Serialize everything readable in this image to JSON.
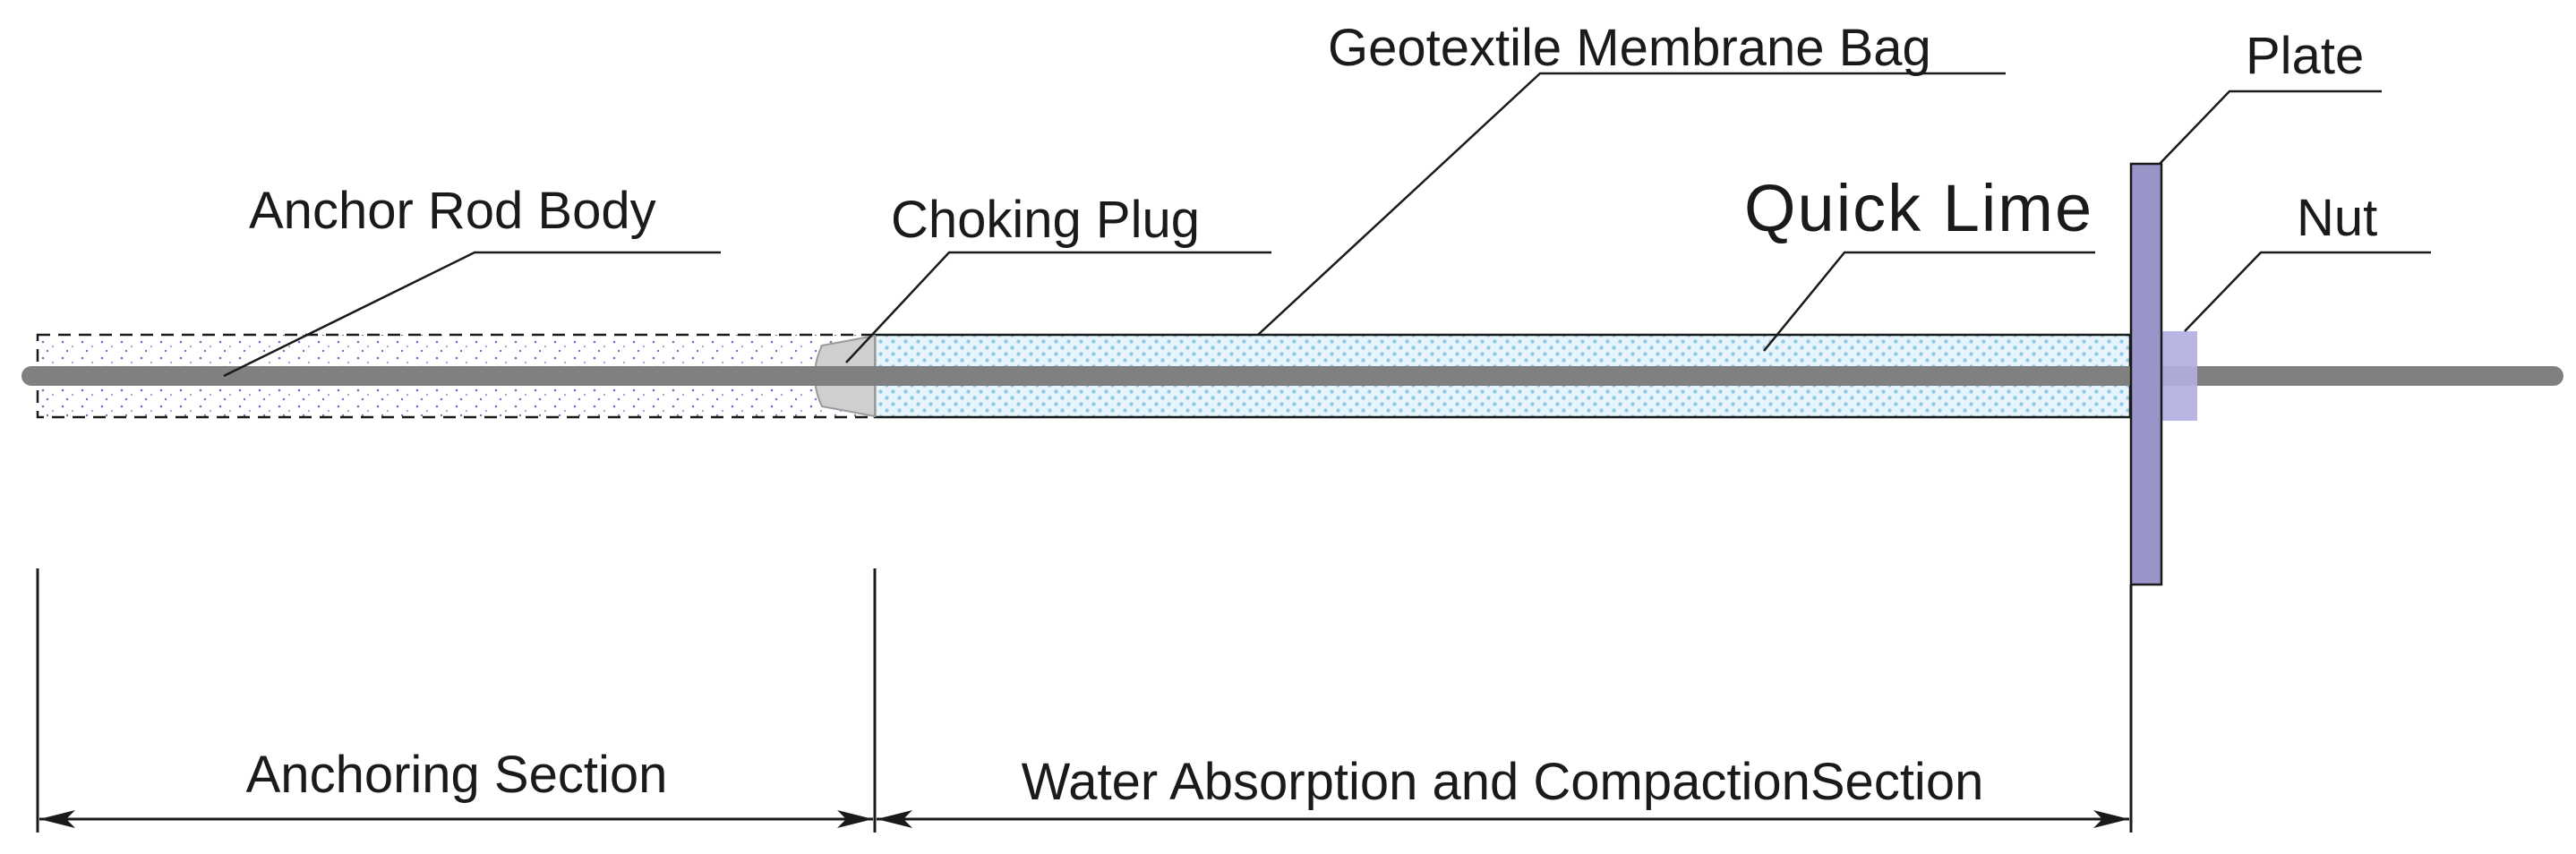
{
  "diagram": {
    "labels": {
      "anchor_rod_body": "Anchor Rod Body",
      "choking_plug": "Choking Plug",
      "geotextile_membrane_bag": "Geotextile Membrane Bag",
      "quick_lime": "Quick Lime",
      "plate": "Plate",
      "nut": "Nut",
      "anchoring_section": "Anchoring Section",
      "water_absorption_section": "Water Absorption and CompactionSection"
    },
    "colors": {
      "rod": "#808080",
      "plate": "#9a95c9",
      "nut": "#b3aee0",
      "plug": "#cfcfcf",
      "lime_fill": "#e8f4fb",
      "lime_dots": "#8ecae6",
      "anchor_dots": "#6a73c4",
      "line": "#1a1a1a"
    }
  }
}
